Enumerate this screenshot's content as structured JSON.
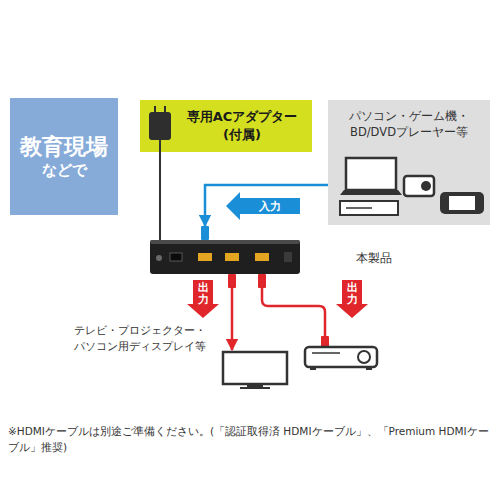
{
  "diagram": {
    "nodes": [
      {
        "text": [
          "教育現場",
          "などで"
        ]
      },
      {
        "text": [
          "専用ACアダプター (付属)"
        ]
      },
      {
        "text": [
          "パソコン・ゲーム機・ BD/DVDプレーヤー等"
        ]
      },
      {
        "text": [
          "本製品"
        ]
      },
      {
        "text": [
          "テレビ・プロジェクター・ パソコン用ディスプレイ等"
        ]
      }
    ],
    "edges": [
      {
        "from": 1,
        "to": 3,
        "arrow": "none"
      },
      {
        "from": 2,
        "to": 3,
        "label": "入力",
        "arrow": "to"
      },
      {
        "from": 3,
        "to": 4,
        "label": "出力",
        "arrow": "to"
      }
    ],
    "labels": [
      "出力",
      "※HDMIケーブルは別途ご準備ください。(「認証取得済 HDMIケーブル」、「Premium HDMIケーブル」推奨)"
    ]
  }
}
